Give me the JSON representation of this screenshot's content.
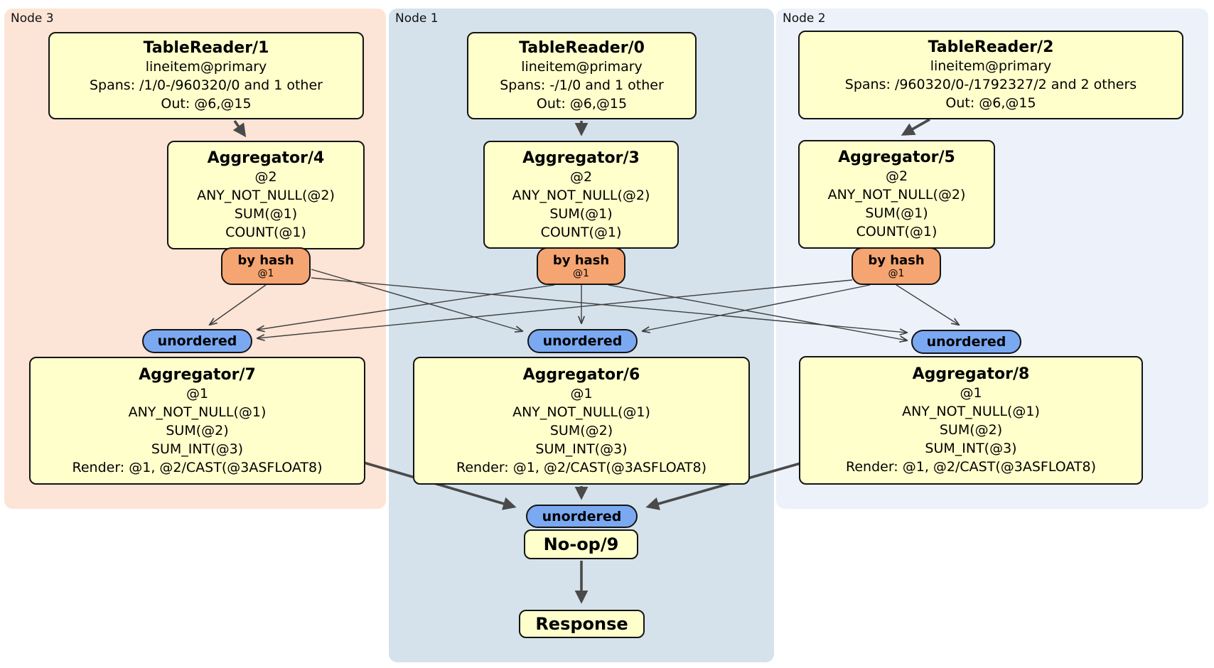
{
  "panels": {
    "node3": "Node 3",
    "node1": "Node 1",
    "node2": "Node 2"
  },
  "boxes": {
    "tablereader1": {
      "title": "TableReader/1",
      "lines": [
        "lineitem@primary",
        "Spans: /1/0-/960320/0 and 1 other",
        "Out: @6,@15"
      ]
    },
    "tablereader0": {
      "title": "TableReader/0",
      "lines": [
        "lineitem@primary",
        "Spans: -/1/0 and 1 other",
        "Out: @6,@15"
      ]
    },
    "tablereader2": {
      "title": "TableReader/2",
      "lines": [
        "lineitem@primary",
        "Spans: /960320/0-/1792327/2 and 2 others",
        "Out: @6,@15"
      ]
    },
    "aggregator4": {
      "title": "Aggregator/4",
      "lines": [
        "@2",
        "ANY_NOT_NULL(@2)",
        "SUM(@1)",
        "COUNT(@1)"
      ]
    },
    "aggregator3": {
      "title": "Aggregator/3",
      "lines": [
        "@2",
        "ANY_NOT_NULL(@2)",
        "SUM(@1)",
        "COUNT(@1)"
      ]
    },
    "aggregator5": {
      "title": "Aggregator/5",
      "lines": [
        "@2",
        "ANY_NOT_NULL(@2)",
        "SUM(@1)",
        "COUNT(@1)"
      ]
    },
    "aggregator7": {
      "title": "Aggregator/7",
      "lines": [
        "@1",
        "ANY_NOT_NULL(@1)",
        "SUM(@2)",
        "SUM_INT(@3)",
        "Render: @1, @2/CAST(@3ASFLOAT8)"
      ]
    },
    "aggregator6": {
      "title": "Aggregator/6",
      "lines": [
        "@1",
        "ANY_NOT_NULL(@1)",
        "SUM(@2)",
        "SUM_INT(@3)",
        "Render: @1, @2/CAST(@3ASFLOAT8)"
      ]
    },
    "aggregator8": {
      "title": "Aggregator/8",
      "lines": [
        "@1",
        "ANY_NOT_NULL(@1)",
        "SUM(@2)",
        "SUM_INT(@3)",
        "Render: @1, @2/CAST(@3ASFLOAT8)"
      ]
    },
    "noop": {
      "title": "No-op/9"
    },
    "response": {
      "title": "Response"
    }
  },
  "routers": {
    "hash_left": {
      "label": "by hash",
      "sub": "@1"
    },
    "hash_mid": {
      "label": "by hash",
      "sub": "@1"
    },
    "hash_right": {
      "label": "by hash",
      "sub": "@1"
    },
    "unordered_left": {
      "label": "unordered"
    },
    "unordered_mid": {
      "label": "unordered"
    },
    "unordered_right": {
      "label": "unordered"
    },
    "unordered_bottom": {
      "label": "unordered"
    }
  },
  "colors": {
    "node3_bg": "#fce4d6",
    "node1_bg": "#d5e2eb",
    "node2_bg": "#ecf1fa",
    "box_bg": "#ffffcc",
    "hash_bg": "#f5a571",
    "pill_bg": "#7aa9f2",
    "edge": "#3f3f3f"
  }
}
